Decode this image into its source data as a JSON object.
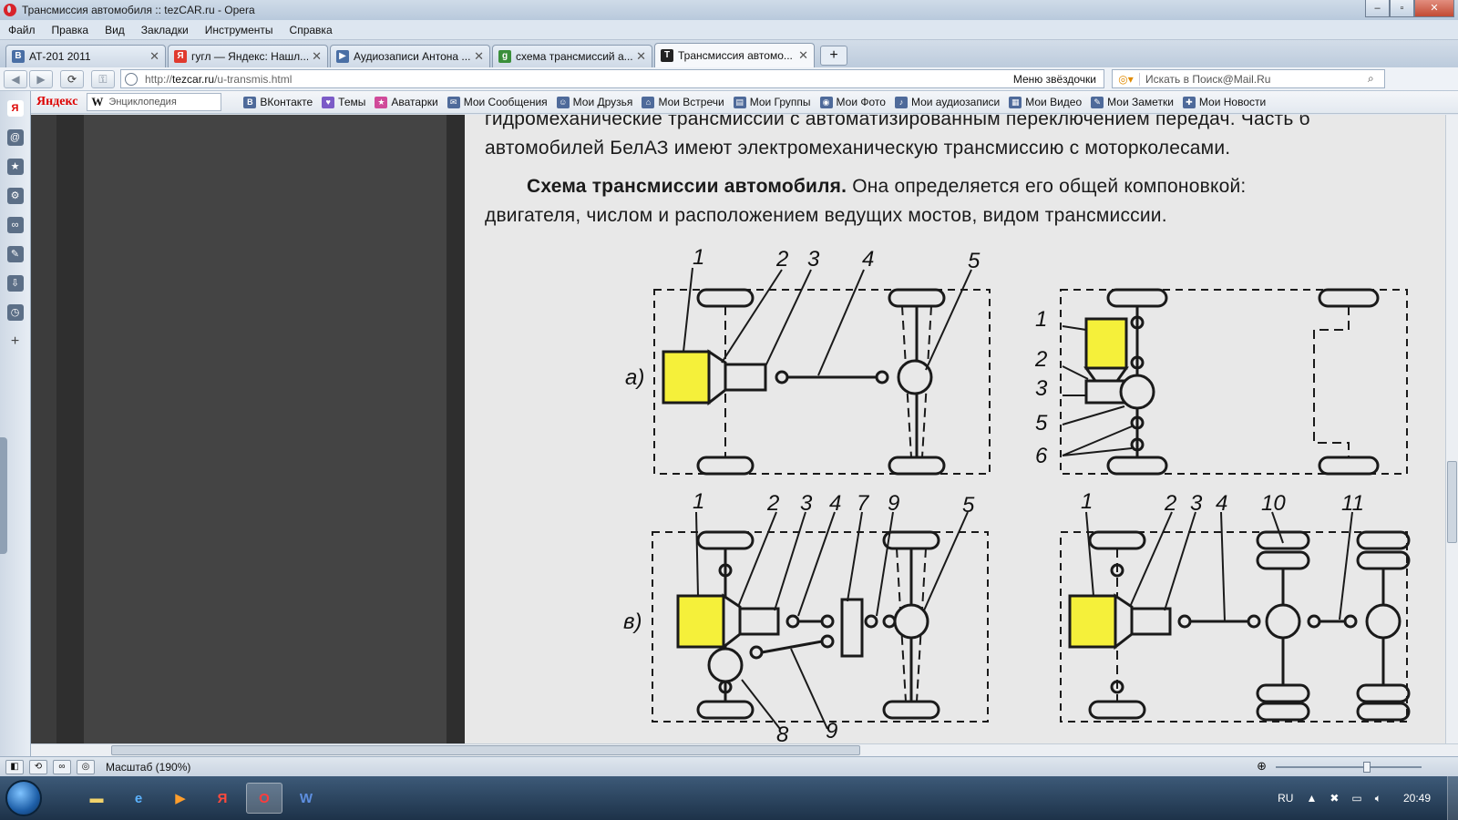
{
  "window": {
    "title": "Трансмиссия автомобиля :: tezCAR.ru - Opera"
  },
  "menu": [
    "Файл",
    "Правка",
    "Вид",
    "Закладки",
    "Инструменты",
    "Справка"
  ],
  "tabs": [
    {
      "label": "АТ-201 2011",
      "icon": "vk-icon",
      "color": "#4a6fa5",
      "glyph": "В"
    },
    {
      "label": "гугл — Яндекс: Нашл...",
      "icon": "yandex-icon",
      "color": "#e03a2f",
      "glyph": "Я"
    },
    {
      "label": "Аудиозаписи Антона ...",
      "icon": "audio-icon",
      "color": "#4a6fa5",
      "glyph": "▶"
    },
    {
      "label": "схема трансмиссий а...",
      "icon": "google-icon",
      "color": "#3a8f3a",
      "glyph": "g"
    },
    {
      "label": "Трансмиссия автомо...",
      "icon": "tezcar-icon",
      "color": "#222222",
      "glyph": "T"
    }
  ],
  "address": {
    "prefix": "http://",
    "domain": "tezcar.ru",
    "path": "/u-transmis.html",
    "speeddial": "Меню звёздочки"
  },
  "search": {
    "placeholder": "Искать в Поиск@Mail.Ru"
  },
  "bookmarks_bar": {
    "logo": "Яндекс",
    "wiki_placeholder": "Энциклопедия",
    "items": [
      "ВКонтакте",
      "Темы",
      "Аватарки",
      "Мои Сообщения",
      "Мои Друзья",
      "Мои Встречи",
      "Мои Группы",
      "Мои Фото",
      "Мои аудиозаписи",
      "Мои Видео",
      "Мои Заметки",
      "Мои Новости"
    ]
  },
  "article": {
    "line1": "гидромеханические трансмиссии с автоматизированным переключением передач. Часть б",
    "line2": "автомобилей БелАЗ имеют электромеханическую трансмиссию с моторколесами.",
    "heading_bold": "Схема трансмиссии автомобиля.",
    "heading_rest": " Она определяется его общей компоновкой:",
    "line4": "двигателя, числом и расположением ведущих мостов, видом трансмиссии."
  },
  "figure_labels": {
    "a": "а)",
    "v": "в)",
    "top_a": [
      "1",
      "2",
      "3",
      "4",
      "5"
    ],
    "side_b": [
      "1",
      "2",
      "3",
      "5",
      "6"
    ],
    "top_v": [
      "1",
      "2",
      "3",
      "4",
      "7",
      "9",
      "5"
    ],
    "bottom_v": [
      "8",
      "9"
    ],
    "top_g": [
      "1",
      "2",
      "3",
      "4",
      "10",
      "11"
    ]
  },
  "status": {
    "zoom": "Масштаб (190%)"
  },
  "taskbar": {
    "lang": "RU",
    "time": "20:49"
  },
  "colors": {
    "engine": "#f5f03a",
    "accent": "#d8232a"
  }
}
